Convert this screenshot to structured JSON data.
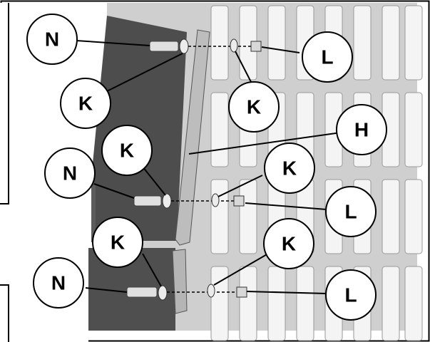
{
  "figure": {
    "callouts": [
      {
        "id": "n1",
        "label": "N"
      },
      {
        "id": "n2",
        "label": "N"
      },
      {
        "id": "n3",
        "label": "N"
      },
      {
        "id": "k1",
        "label": "K"
      },
      {
        "id": "k2",
        "label": "K"
      },
      {
        "id": "k3",
        "label": "K"
      },
      {
        "id": "k4",
        "label": "K"
      },
      {
        "id": "k5",
        "label": "K"
      },
      {
        "id": "k6",
        "label": "K"
      },
      {
        "id": "l1",
        "label": "L"
      },
      {
        "id": "l2",
        "label": "L"
      },
      {
        "id": "l3",
        "label": "L"
      },
      {
        "id": "h1",
        "label": "H"
      }
    ],
    "colors": {
      "grille": "#c9c9c9",
      "grille_light": "#e6e6e6",
      "slot": "#f4f4f4",
      "dark_panel": "#4a4a4a",
      "bracket": "#b8b8b8",
      "callout_fill": "#ffffff",
      "callout_stroke": "#000000"
    }
  }
}
